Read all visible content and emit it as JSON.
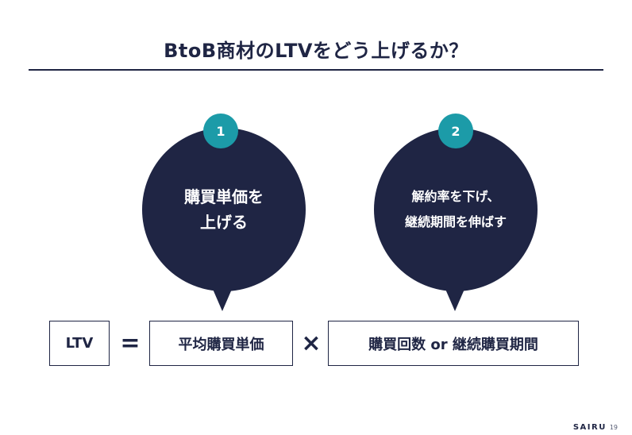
{
  "slide": {
    "title": "BtoB商材のLTVをどう上げるか？",
    "page_number": "19"
  },
  "brand": {
    "name": "SAIRU"
  },
  "points": [
    {
      "number": "1",
      "text": "購買単価を\n上げる"
    },
    {
      "number": "2",
      "text": "解約率を下げ、\n継続期間を伸ばす"
    }
  ],
  "formula": {
    "ltv": "LTV",
    "equals": "=",
    "term1": "平均購買単価",
    "times": "×",
    "term2": "購買回数 or 継続購買期間"
  },
  "colors": {
    "navy": "#1f2544",
    "teal": "#1c9ba8"
  }
}
